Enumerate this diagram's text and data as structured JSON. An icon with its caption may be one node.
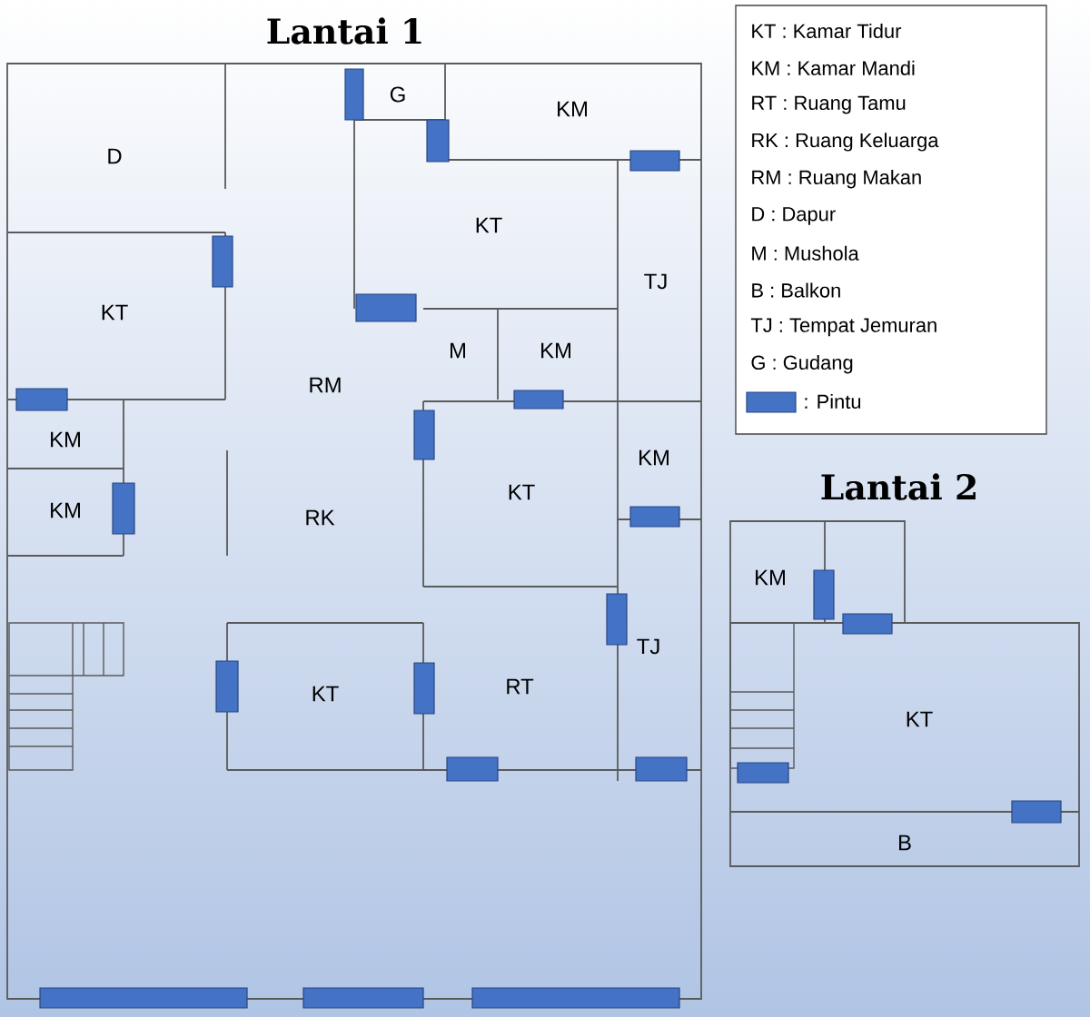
{
  "diagram": {
    "labels": [
      "Lantai 1",
      "D",
      "G",
      "KM",
      "KT",
      "TJ",
      "KT",
      "M",
      "KM",
      "RM",
      "KM",
      "KM",
      "KM",
      "KT",
      "RK",
      "TJ",
      "KT",
      "RT",
      "Lantai 2",
      "KM",
      "KT",
      "B"
    ],
    "legend": [
      {
        "text": "KT : Kamar Tidur"
      },
      {
        "text": "KM : Kamar Mandi"
      },
      {
        "text": "RT : Ruang Tamu"
      },
      {
        "text": "RK : Ruang Keluarga"
      },
      {
        "text": "RM : Ruang Makan"
      },
      {
        "text": "D : Dapur"
      },
      {
        "text": "M : Mushola"
      },
      {
        "text": "B : Balkon"
      },
      {
        "text": "TJ : Tempat Jemuran"
      },
      {
        "text": "G : Gudang"
      },
      {
        "text": ": Pintu",
        "color": "#4472c4"
      }
    ]
  }
}
